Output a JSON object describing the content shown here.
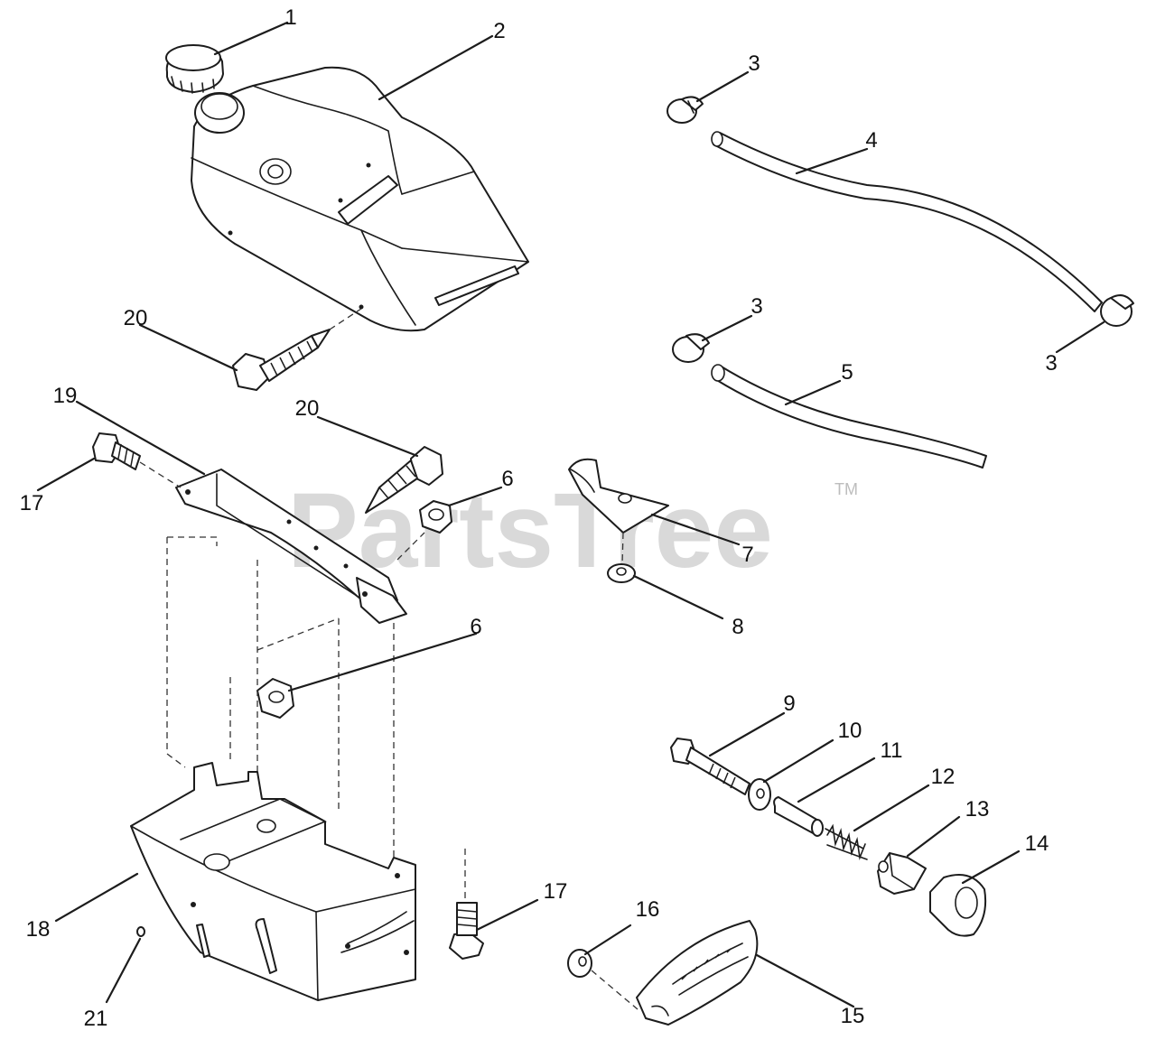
{
  "watermark": {
    "text": "PartsTree",
    "trademark": "TM"
  },
  "callouts": [
    {
      "id": "c1",
      "label": "1"
    },
    {
      "id": "c2",
      "label": "2"
    },
    {
      "id": "c3a",
      "label": "3"
    },
    {
      "id": "c3b",
      "label": "3"
    },
    {
      "id": "c3c",
      "label": "3"
    },
    {
      "id": "c4",
      "label": "4"
    },
    {
      "id": "c5",
      "label": "5"
    },
    {
      "id": "c6a",
      "label": "6"
    },
    {
      "id": "c6b",
      "label": "6"
    },
    {
      "id": "c7",
      "label": "7"
    },
    {
      "id": "c8",
      "label": "8"
    },
    {
      "id": "c9",
      "label": "9"
    },
    {
      "id": "c10",
      "label": "10"
    },
    {
      "id": "c11",
      "label": "11"
    },
    {
      "id": "c12",
      "label": "12"
    },
    {
      "id": "c13",
      "label": "13"
    },
    {
      "id": "c14",
      "label": "14"
    },
    {
      "id": "c15",
      "label": "15"
    },
    {
      "id": "c16",
      "label": "16"
    },
    {
      "id": "c17a",
      "label": "17"
    },
    {
      "id": "c17b",
      "label": "17"
    },
    {
      "id": "c18",
      "label": "18"
    },
    {
      "id": "c19",
      "label": "19"
    },
    {
      "id": "c20a",
      "label": "20"
    },
    {
      "id": "c20b",
      "label": "20"
    },
    {
      "id": "c21",
      "label": "21"
    }
  ]
}
